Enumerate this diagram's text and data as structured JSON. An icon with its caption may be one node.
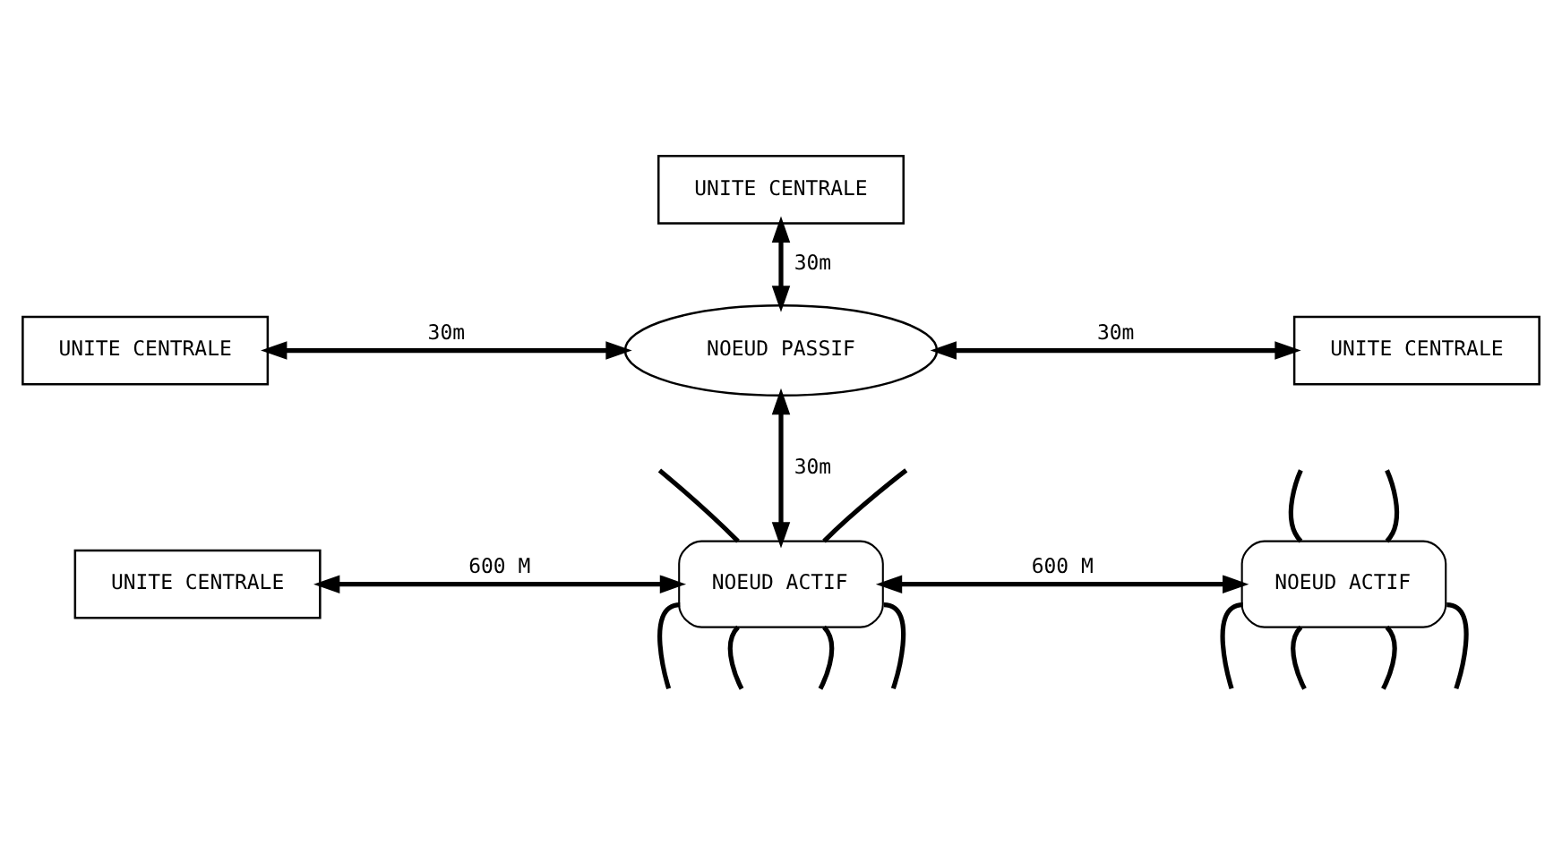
{
  "diagram": {
    "nodes": [
      {
        "text": [
          "UNITE CENTRALE"
        ]
      },
      {
        "text": [
          "UNITE CENTRALE"
        ]
      },
      {
        "text": [
          "NOEUD PASSIF"
        ]
      },
      {
        "text": [
          "UNITE CENTRALE"
        ]
      },
      {
        "text": [
          "UNITE CENTRALE"
        ]
      },
      {
        "text": [
          "NOEUD ACTIF"
        ]
      },
      {
        "text": [
          "NOEUD ACTIF"
        ]
      }
    ],
    "edges": [
      {
        "from": 0,
        "to": 2,
        "arrow": "both",
        "label": "30m"
      },
      {
        "from": 1,
        "to": 2,
        "arrow": "both",
        "label": "30m"
      },
      {
        "from": 2,
        "to": 3,
        "arrow": "both",
        "label": "30m"
      },
      {
        "from": 2,
        "to": 5,
        "arrow": "both",
        "label": "30m"
      },
      {
        "from": 4,
        "to": 5,
        "arrow": "both",
        "label": "600 M"
      },
      {
        "from": 5,
        "to": 6,
        "arrow": "both",
        "label": "600 M"
      },
      {
        "from": null,
        "to": 5,
        "arrow": "none"
      },
      {
        "from": null,
        "to": 5,
        "arrow": "none"
      },
      {
        "from": null,
        "to": 5,
        "arrow": "none"
      },
      {
        "from": 5,
        "to": null,
        "arrow": "none"
      },
      {
        "from": 5,
        "to": null,
        "arrow": "none"
      },
      {
        "from": 5,
        "to": null,
        "arrow": "none"
      },
      {
        "from": null,
        "to": 6,
        "arrow": "none"
      },
      {
        "from": null,
        "to": 6,
        "arrow": "none"
      },
      {
        "from": null,
        "to": 6,
        "arrow": "none"
      },
      {
        "from": 6,
        "to": null,
        "arrow": "none"
      },
      {
        "from": 6,
        "to": null,
        "arrow": "none"
      },
      {
        "from": 6,
        "to": null,
        "arrow": "none"
      }
    ]
  }
}
